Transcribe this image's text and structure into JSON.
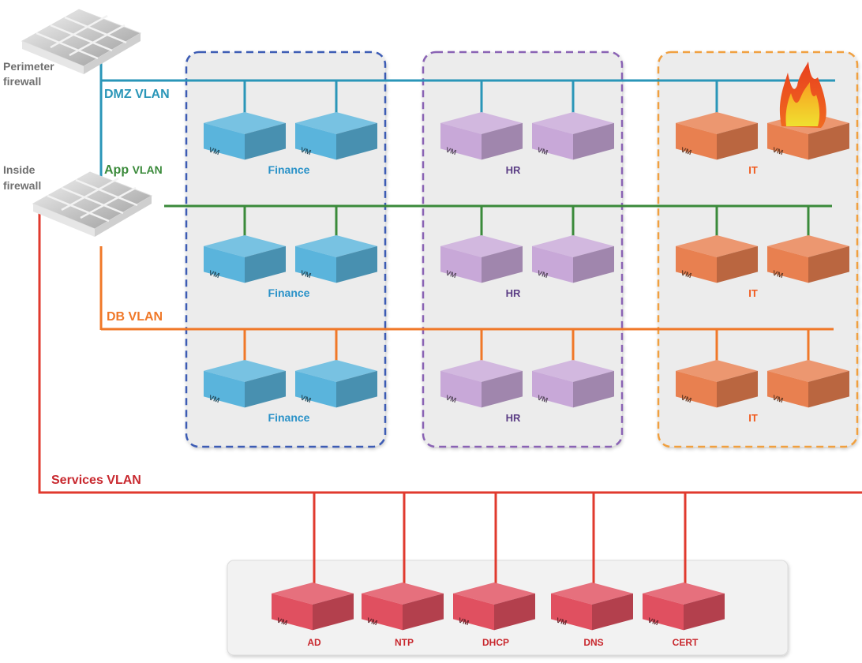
{
  "firewalls": {
    "perimeter": {
      "line1": "Perimeter",
      "line2": "firewall"
    },
    "inside": {
      "line1": "Inside",
      "line2": "firewall"
    }
  },
  "vlans": {
    "dmz": {
      "label": "DMZ VLAN",
      "color": "#2a96b8"
    },
    "app": {
      "label_prefix": "App",
      "label_suffix": "VLAN",
      "color": "#3a8a3a"
    },
    "db": {
      "label": "DB VLAN",
      "color": "#f07828"
    },
    "services": {
      "label": "Services VLAN",
      "color": "#e03a2e"
    }
  },
  "groups": [
    {
      "name": "Finance",
      "border_color": "#3c5cb4",
      "vm_color": "#5ab4dc",
      "label_color": "#2a92c8"
    },
    {
      "name": "HR",
      "border_color": "#8a64b4",
      "vm_color": "#c8a8d8",
      "label_color": "#5a3c84"
    },
    {
      "name": "IT",
      "border_color": "#f0a040",
      "vm_color": "#e88050",
      "label_color": "#f05a1e"
    }
  ],
  "vm_label": "VM",
  "compromised_vm": {
    "group": "IT",
    "tier": "DMZ",
    "index": 1,
    "indicator": "fire-icon"
  },
  "services": {
    "vm_color": "#e05060",
    "label_color": "#c8282e",
    "items": [
      "AD",
      "NTP",
      "DHCP",
      "DNS",
      "CERT"
    ]
  }
}
